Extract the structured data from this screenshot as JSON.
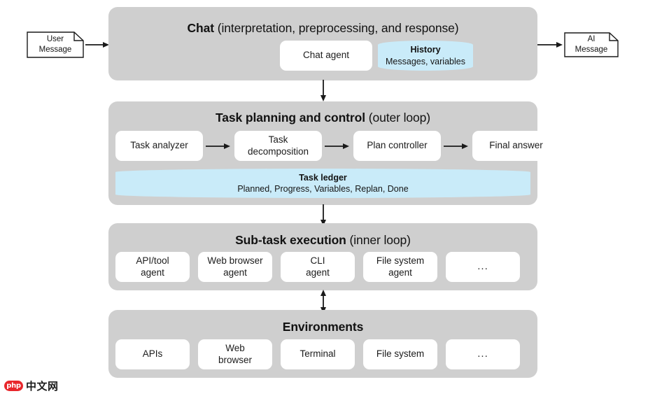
{
  "diagram": {
    "title": "Agent architecture: chat, task planning and control, sub-task execution, environments",
    "colors": {
      "panel_gray": "#cfcfcf",
      "node_white": "#ffffff",
      "datastore_blue": "#c9ebf9",
      "arrow_black": "#1a1a1a",
      "text_dark": "#1a1a1a",
      "watermark_red": "#e8262b",
      "page_background": "#ffffff"
    }
  },
  "external": {
    "user_message": {
      "label_line1": "User",
      "label_line2": "Message"
    },
    "ai_message": {
      "label_line1": "AI",
      "label_line2": "Message"
    }
  },
  "sections": {
    "chat": {
      "title_bold": "Chat",
      "title_rest": " (interpretation, preprocessing, and response)",
      "nodes": [
        {
          "label": "Chat agent"
        }
      ],
      "datastore": {
        "title": "History",
        "subtitle": "Messages, variables"
      }
    },
    "planning": {
      "title_bold": "Task planning and control",
      "title_rest": " (outer loop)",
      "nodes": [
        {
          "label_line1": "Task analyzer",
          "label_line2": ""
        },
        {
          "label_line1": "Task",
          "label_line2": "decomposition"
        },
        {
          "label_line1": "Plan controller",
          "label_line2": ""
        },
        {
          "label_line1": "Final answer",
          "label_line2": ""
        }
      ],
      "datastore": {
        "title": "Task ledger",
        "subtitle": "Planned, Progress, Variables, Replan, Done"
      }
    },
    "execution": {
      "title_bold": "Sub-task execution",
      "title_rest": " (inner loop)",
      "nodes": [
        {
          "label_line1": "API/tool",
          "label_line2": "agent"
        },
        {
          "label_line1": "Web browser",
          "label_line2": "agent"
        },
        {
          "label_line1": "CLI",
          "label_line2": "agent"
        },
        {
          "label_line1": "File system",
          "label_line2": "agent"
        },
        {
          "label_line1": "...",
          "label_line2": ""
        }
      ]
    },
    "environments": {
      "title_bold": "Environments",
      "title_rest": "",
      "nodes": [
        {
          "label_line1": "APIs",
          "label_line2": ""
        },
        {
          "label_line1": "Web",
          "label_line2": "browser"
        },
        {
          "label_line1": "Terminal",
          "label_line2": ""
        },
        {
          "label_line1": "File system",
          "label_line2": ""
        },
        {
          "label_line1": "...",
          "label_line2": ""
        }
      ]
    }
  },
  "watermark": {
    "logo_text": "php",
    "text": "中文网"
  }
}
